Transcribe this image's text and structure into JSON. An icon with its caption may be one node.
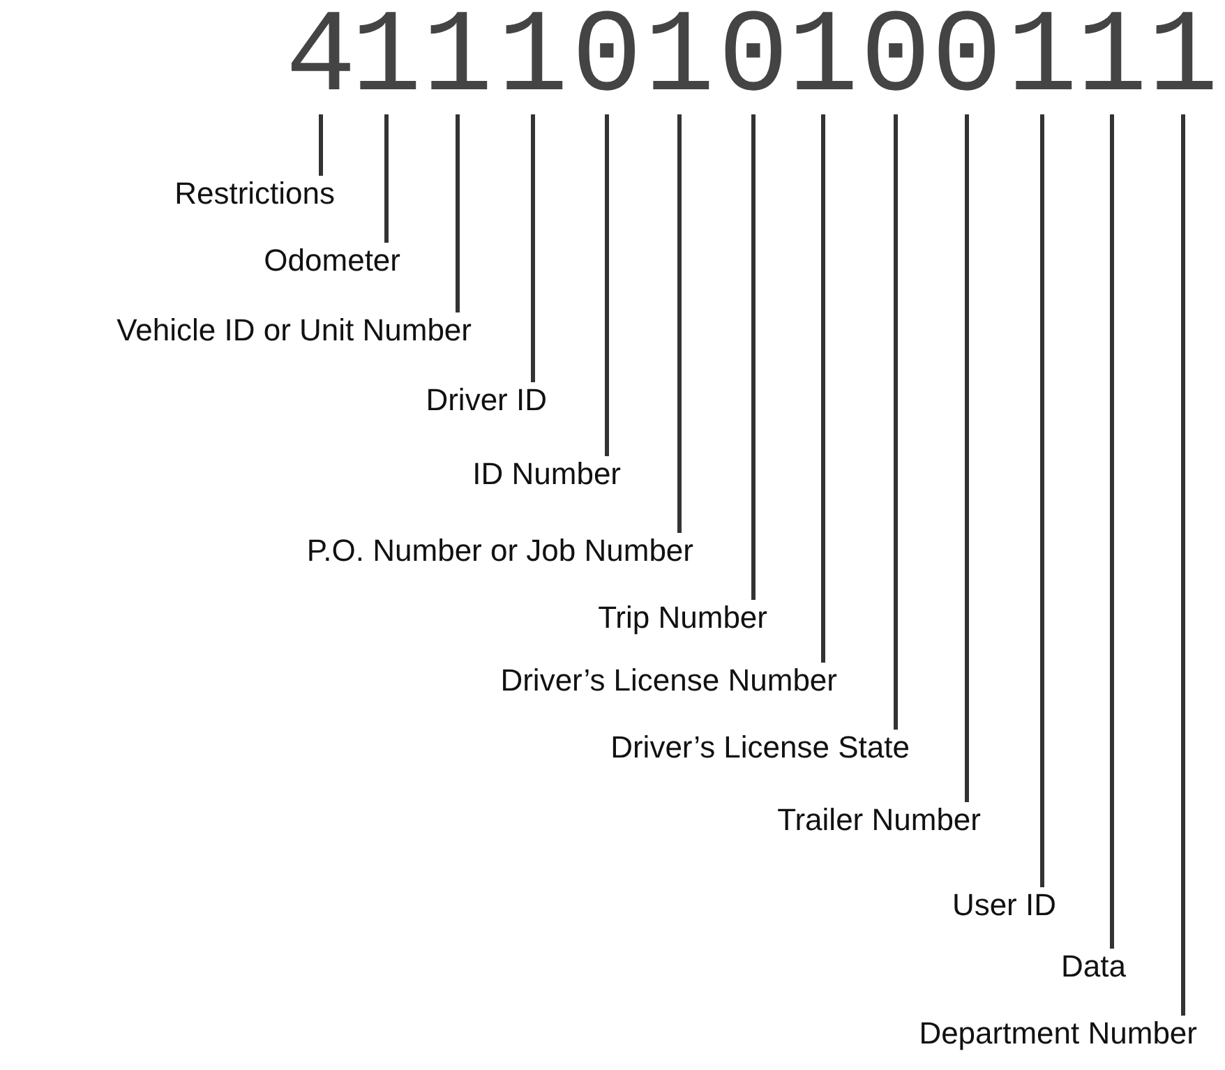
{
  "diagram": {
    "nodes": [
      {
        "text": [
          "4"
        ]
      },
      {
        "text": [
          "1"
        ]
      },
      {
        "text": [
          "1"
        ]
      },
      {
        "text": [
          "1"
        ]
      },
      {
        "text": [
          "0"
        ]
      },
      {
        "text": [
          "1"
        ]
      },
      {
        "text": [
          "0"
        ]
      },
      {
        "text": [
          "1"
        ]
      },
      {
        "text": [
          "0"
        ]
      },
      {
        "text": [
          "0"
        ]
      },
      {
        "text": [
          "1"
        ]
      },
      {
        "text": [
          "1"
        ]
      },
      {
        "text": [
          "1"
        ]
      },
      {
        "text": [
          "Restrictions"
        ]
      },
      {
        "text": [
          "Odometer"
        ]
      },
      {
        "text": [
          "Vehicle ID or Unit Number"
        ]
      },
      {
        "text": [
          "Driver ID"
        ]
      },
      {
        "text": [
          "ID Number"
        ]
      },
      {
        "text": [
          "P.O. Number or Job Number"
        ]
      },
      {
        "text": [
          "Trip Number"
        ]
      },
      {
        "text": [
          "Driver’s License Number"
        ]
      },
      {
        "text": [
          "Driver’s License State"
        ]
      },
      {
        "text": [
          "Trailer Number"
        ]
      },
      {
        "text": [
          "User ID"
        ]
      },
      {
        "text": [
          "Data"
        ]
      },
      {
        "text": [
          "Department Number"
        ]
      }
    ],
    "edges": [
      {
        "from": 13,
        "to": 0,
        "arrow": "none"
      },
      {
        "from": 14,
        "to": 1,
        "arrow": "none"
      },
      {
        "from": 15,
        "to": 2,
        "arrow": "none"
      },
      {
        "from": 16,
        "to": 3,
        "arrow": "none"
      },
      {
        "from": 17,
        "to": 4,
        "arrow": "none"
      },
      {
        "from": 18,
        "to": 5,
        "arrow": "none"
      },
      {
        "from": 19,
        "to": 6,
        "arrow": "none"
      },
      {
        "from": 20,
        "to": 7,
        "arrow": "none"
      },
      {
        "from": 21,
        "to": 8,
        "arrow": "none"
      },
      {
        "from": 22,
        "to": 9,
        "arrow": "none"
      },
      {
        "from": 23,
        "to": 10,
        "arrow": "none"
      },
      {
        "from": 24,
        "to": 11,
        "arrow": "none"
      },
      {
        "from": 25,
        "to": 12,
        "arrow": "none"
      }
    ]
  }
}
